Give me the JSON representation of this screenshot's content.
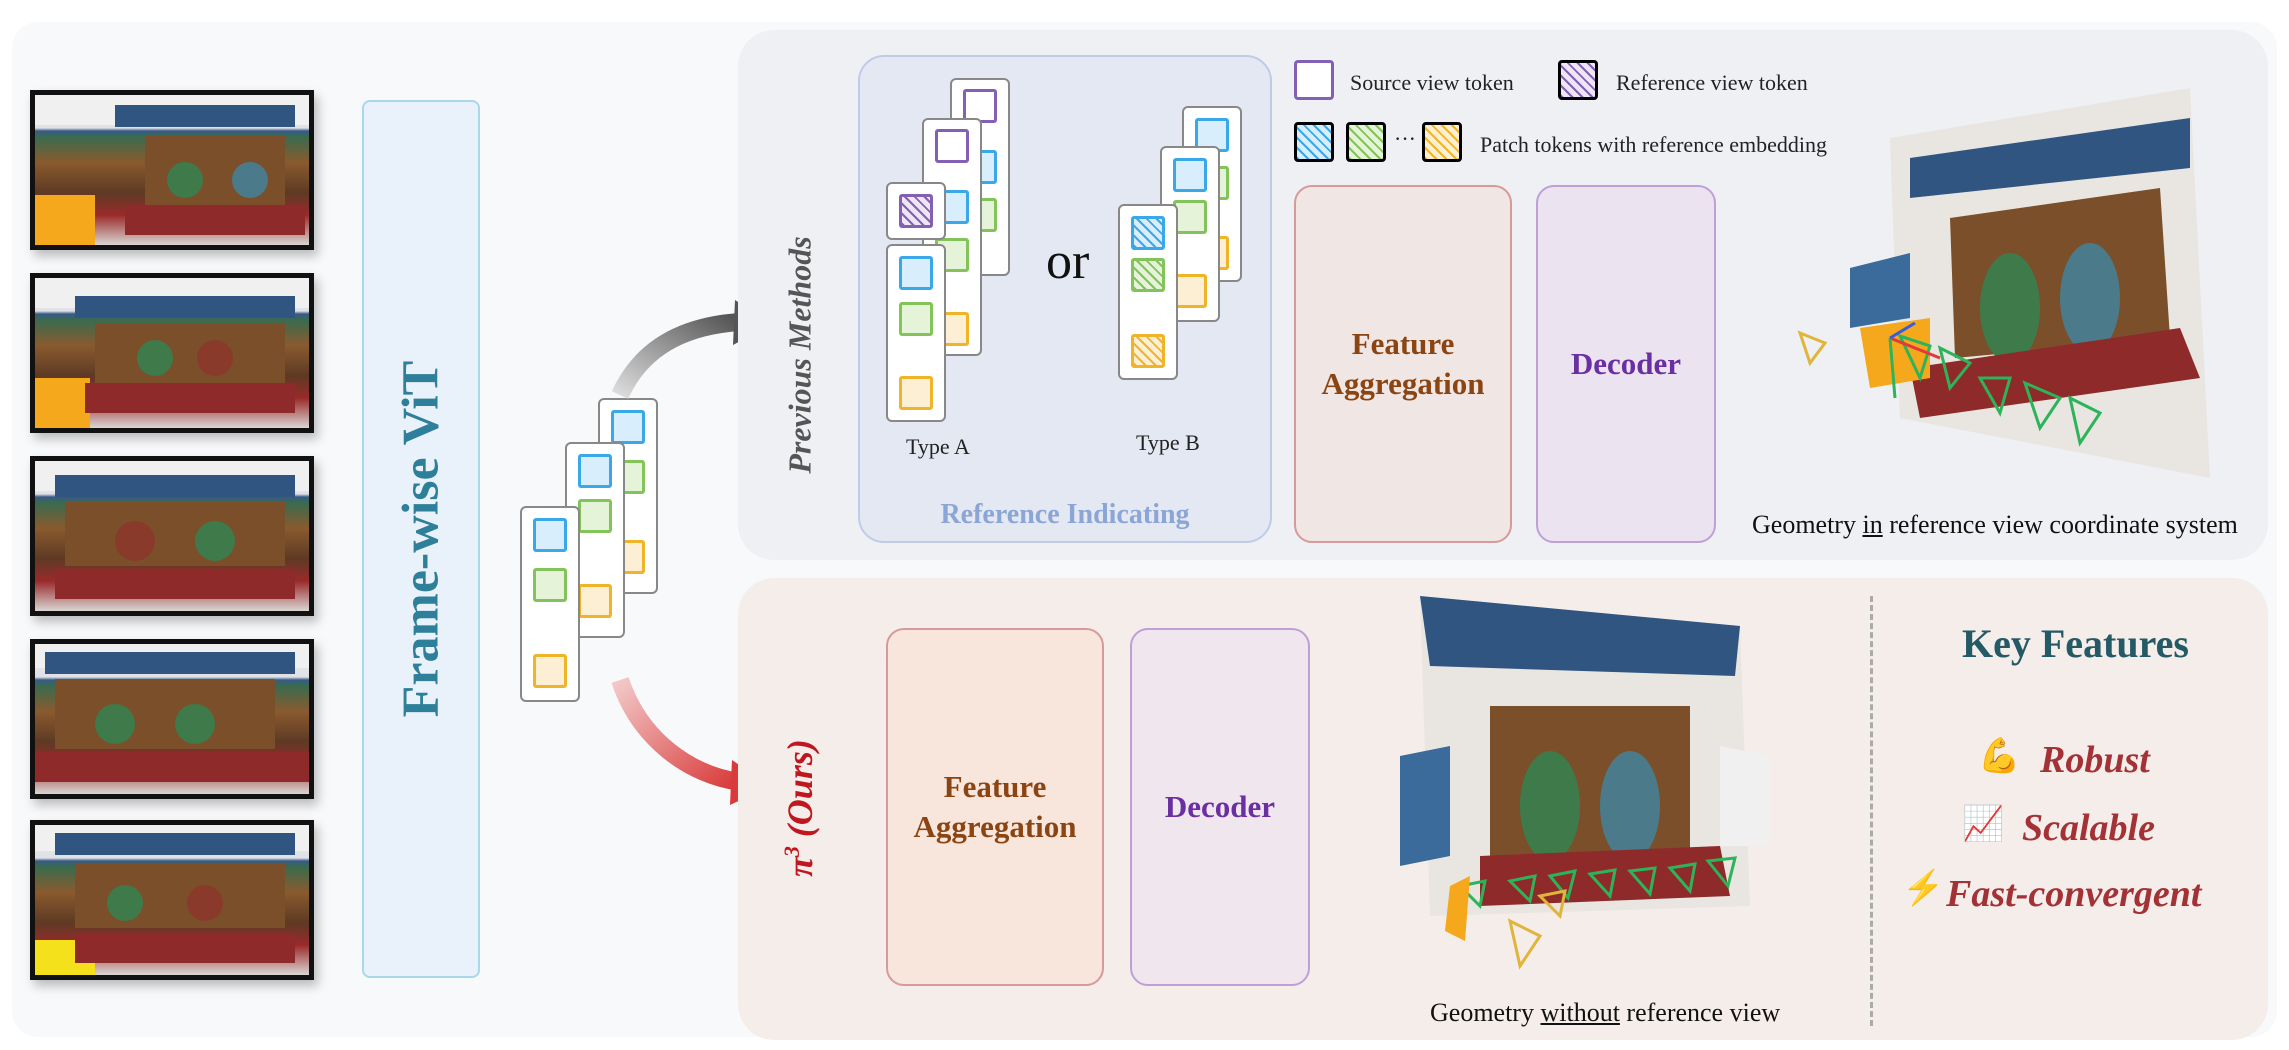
{
  "vit": {
    "label": "Frame-wise ViT"
  },
  "previous": {
    "side_label": "Previous Methods",
    "or_label": "or",
    "type_a": "Type A",
    "type_b": "Type B",
    "reference_indicating": "Reference Indicating",
    "legend": {
      "source": "Source view token",
      "reference": "Reference view token",
      "patch": "Patch tokens with reference embedding"
    },
    "feature_aggregation": "Feature\nAggregation",
    "decoder": "Decoder",
    "geometry_caption": {
      "pre": "Geometry ",
      "em": "in",
      "post": " reference view coordinate system"
    }
  },
  "ours": {
    "side_label_main": "π",
    "side_label_sup": "3",
    "side_label_rest": " (Ours)",
    "feature_aggregation": "Feature\nAggregation",
    "decoder": "Decoder",
    "geometry_caption": {
      "pre": "Geometry ",
      "em": "without",
      "post": " reference view"
    },
    "key_features_title": "Key Features",
    "features": [
      {
        "icon": "flexed-biceps-icon",
        "glyph": "💪",
        "label": "Robust"
      },
      {
        "icon": "chart-increasing-icon",
        "glyph": "📈",
        "label": "Scalable"
      },
      {
        "icon": "lightning-icon",
        "glyph": "⚡",
        "label": "Fast-convergent"
      }
    ]
  },
  "colors": {
    "teal": "#2e7f99",
    "brown": "#8b4513",
    "purple": "#6a2fa0",
    "red": "#c0161f",
    "gray": "#555555",
    "ref_blue": "#8aa5d6",
    "key_title": "#245a66",
    "feature_red": "#a33237"
  }
}
